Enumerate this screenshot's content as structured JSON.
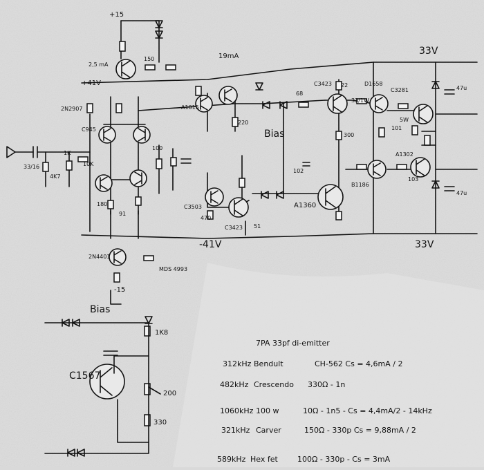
{
  "supply": {
    "pos15": "+15",
    "pos41": "+41V",
    "neg41": "-41V",
    "neg15": "-15",
    "rail_top": "33V",
    "rail_bottom": "33V"
  },
  "labels": {
    "current_top": "19mA",
    "current_2": "2,5 mA",
    "cap_in": "33/16",
    "bias_main": "Bias",
    "bias_sub": "Bias",
    "tr_c1567": "C1567",
    "tr_a1360": "A1360",
    "tr_c3423": "C3423",
    "tr_a1015": "A1015",
    "tr_c945": "C945",
    "tr_d1658": "D1658",
    "tr_c3281": "C3281",
    "tr_a1302": "A1302",
    "tr_b1186": "B1186",
    "tr_c3503": "C3503",
    "tr_2n4401": "2N4401",
    "tr_2n2907": "2N2907",
    "r_1k": "1K",
    "r_10k": "10K",
    "r_100": "100",
    "r_22": "22",
    "r_68": "68",
    "r_102": "102",
    "r_300": "300",
    "r_470": "470",
    "r_180": "180",
    "r_33_1w": "33/1W",
    "r_150": "150",
    "r_200": "200",
    "r_330": "330",
    "r_1k8": "1K8",
    "r_47u": "47u",
    "r_4k7": "4K7",
    "r_91": "91",
    "r_51": "51",
    "r_5w": "5W",
    "r_220": "220",
    "r_101": "101",
    "r_103": "103",
    "d_4993": "MDS 4993"
  },
  "notes": [
    {
      "freq": "7PA 33pf di-emitter",
      "model": "",
      "rhs": ""
    },
    {
      "freq": "312kHz",
      "model": "Bendult",
      "rhs": "CH-562  Cs = 4,6mA / 2"
    },
    {
      "freq": "482kHz",
      "model": "Crescendo",
      "rhs": "330Ω - 1n"
    },
    {
      "freq": "1060kHz",
      "model": "100 w",
      "rhs": "10Ω - 1n5  - Cs = 4,4mA/2  - 14kHz"
    },
    {
      "freq": "321kHz",
      "model": "Carver",
      "rhs": "150Ω - 330p  Cs = 9,88mA / 2"
    },
    {
      "freq": "589kHz",
      "model": "Hex fet",
      "rhs": "100Ω - 330p - Cs = 3mA"
    }
  ],
  "colors": {
    "paper": "#d9d9d9",
    "ink": "#111111"
  }
}
